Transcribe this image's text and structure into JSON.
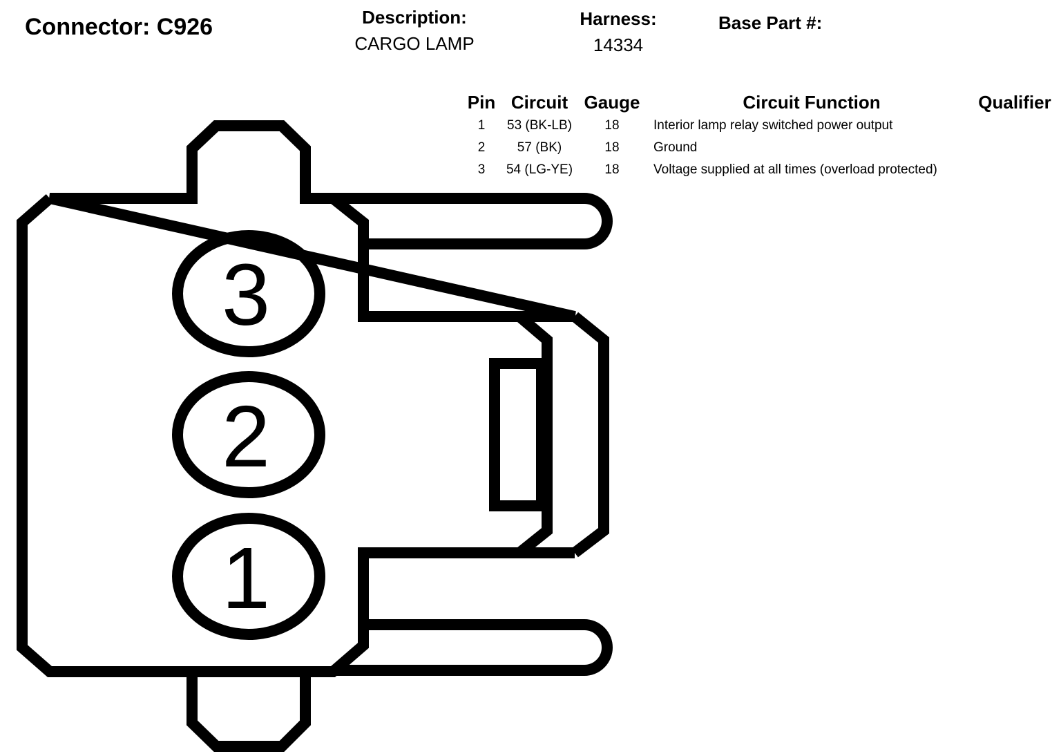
{
  "header": {
    "connector_title": "Connector: C926",
    "description_label": "Description:",
    "description_value": "CARGO LAMP",
    "harness_label": "Harness:",
    "harness_value": "14334",
    "base_part_label": "Base Part #:"
  },
  "pin_table": {
    "columns": [
      "Pin",
      "Circuit",
      "Gauge",
      "Circuit Function",
      "Qualifier"
    ],
    "rows": [
      {
        "pin": "1",
        "circuit": "53 (BK-LB)",
        "gauge": "18",
        "function": "Interior lamp relay switched power output",
        "qualifier": ""
      },
      {
        "pin": "2",
        "circuit": "57 (BK)",
        "gauge": "18",
        "function": "Ground",
        "qualifier": ""
      },
      {
        "pin": "3",
        "circuit": "54 (LG-YE)",
        "gauge": "18",
        "function": "Voltage supplied at all times (overload protected)",
        "qualifier": ""
      }
    ]
  },
  "diagram": {
    "pin_labels": [
      "3",
      "2",
      "1"
    ],
    "stroke_color": "#000000"
  }
}
